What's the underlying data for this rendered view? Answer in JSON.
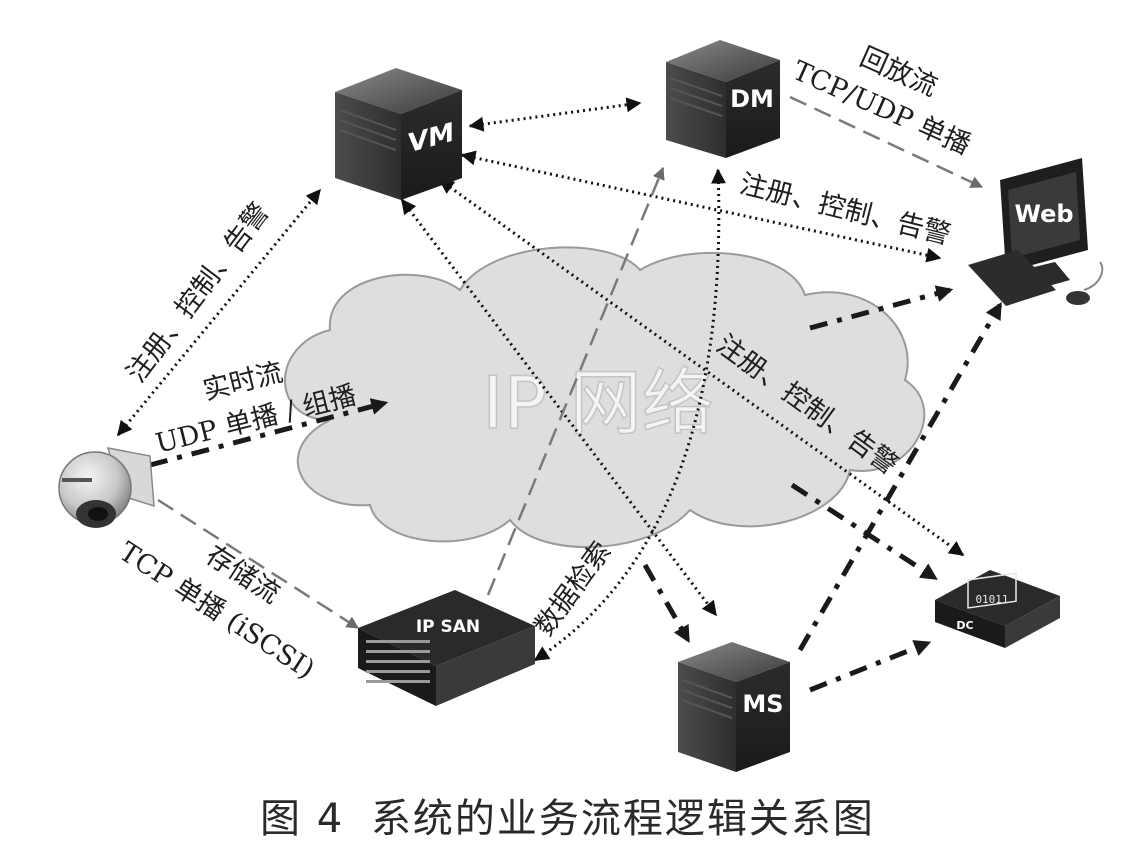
{
  "cloud": {
    "label": "IP 网络"
  },
  "nodes": {
    "vm": {
      "label": "VM"
    },
    "dm": {
      "label": "DM"
    },
    "web": {
      "label": "Web"
    },
    "ipsan": {
      "label": "IP SAN"
    },
    "ms": {
      "label": "MS"
    },
    "dc": {
      "label": "DC",
      "screen_text": "01011"
    }
  },
  "labels": {
    "playback_title": "回放流",
    "playback_proto": "TCP/UDP 单播",
    "reg_web": "注册、控制、告警",
    "reg_dc": "注册、控制、告警",
    "reg_camera": "注册、控制、告警",
    "realtime_title": "实时流",
    "realtime_proto": "UDP 单播 / 组播",
    "storage_title": "存储流",
    "storage_proto": "TCP 单播 (iSCSI)",
    "retrieval": "数据检索"
  },
  "caption": {
    "figure": "图 4",
    "title": "系统的业务流程逻辑关系图"
  }
}
